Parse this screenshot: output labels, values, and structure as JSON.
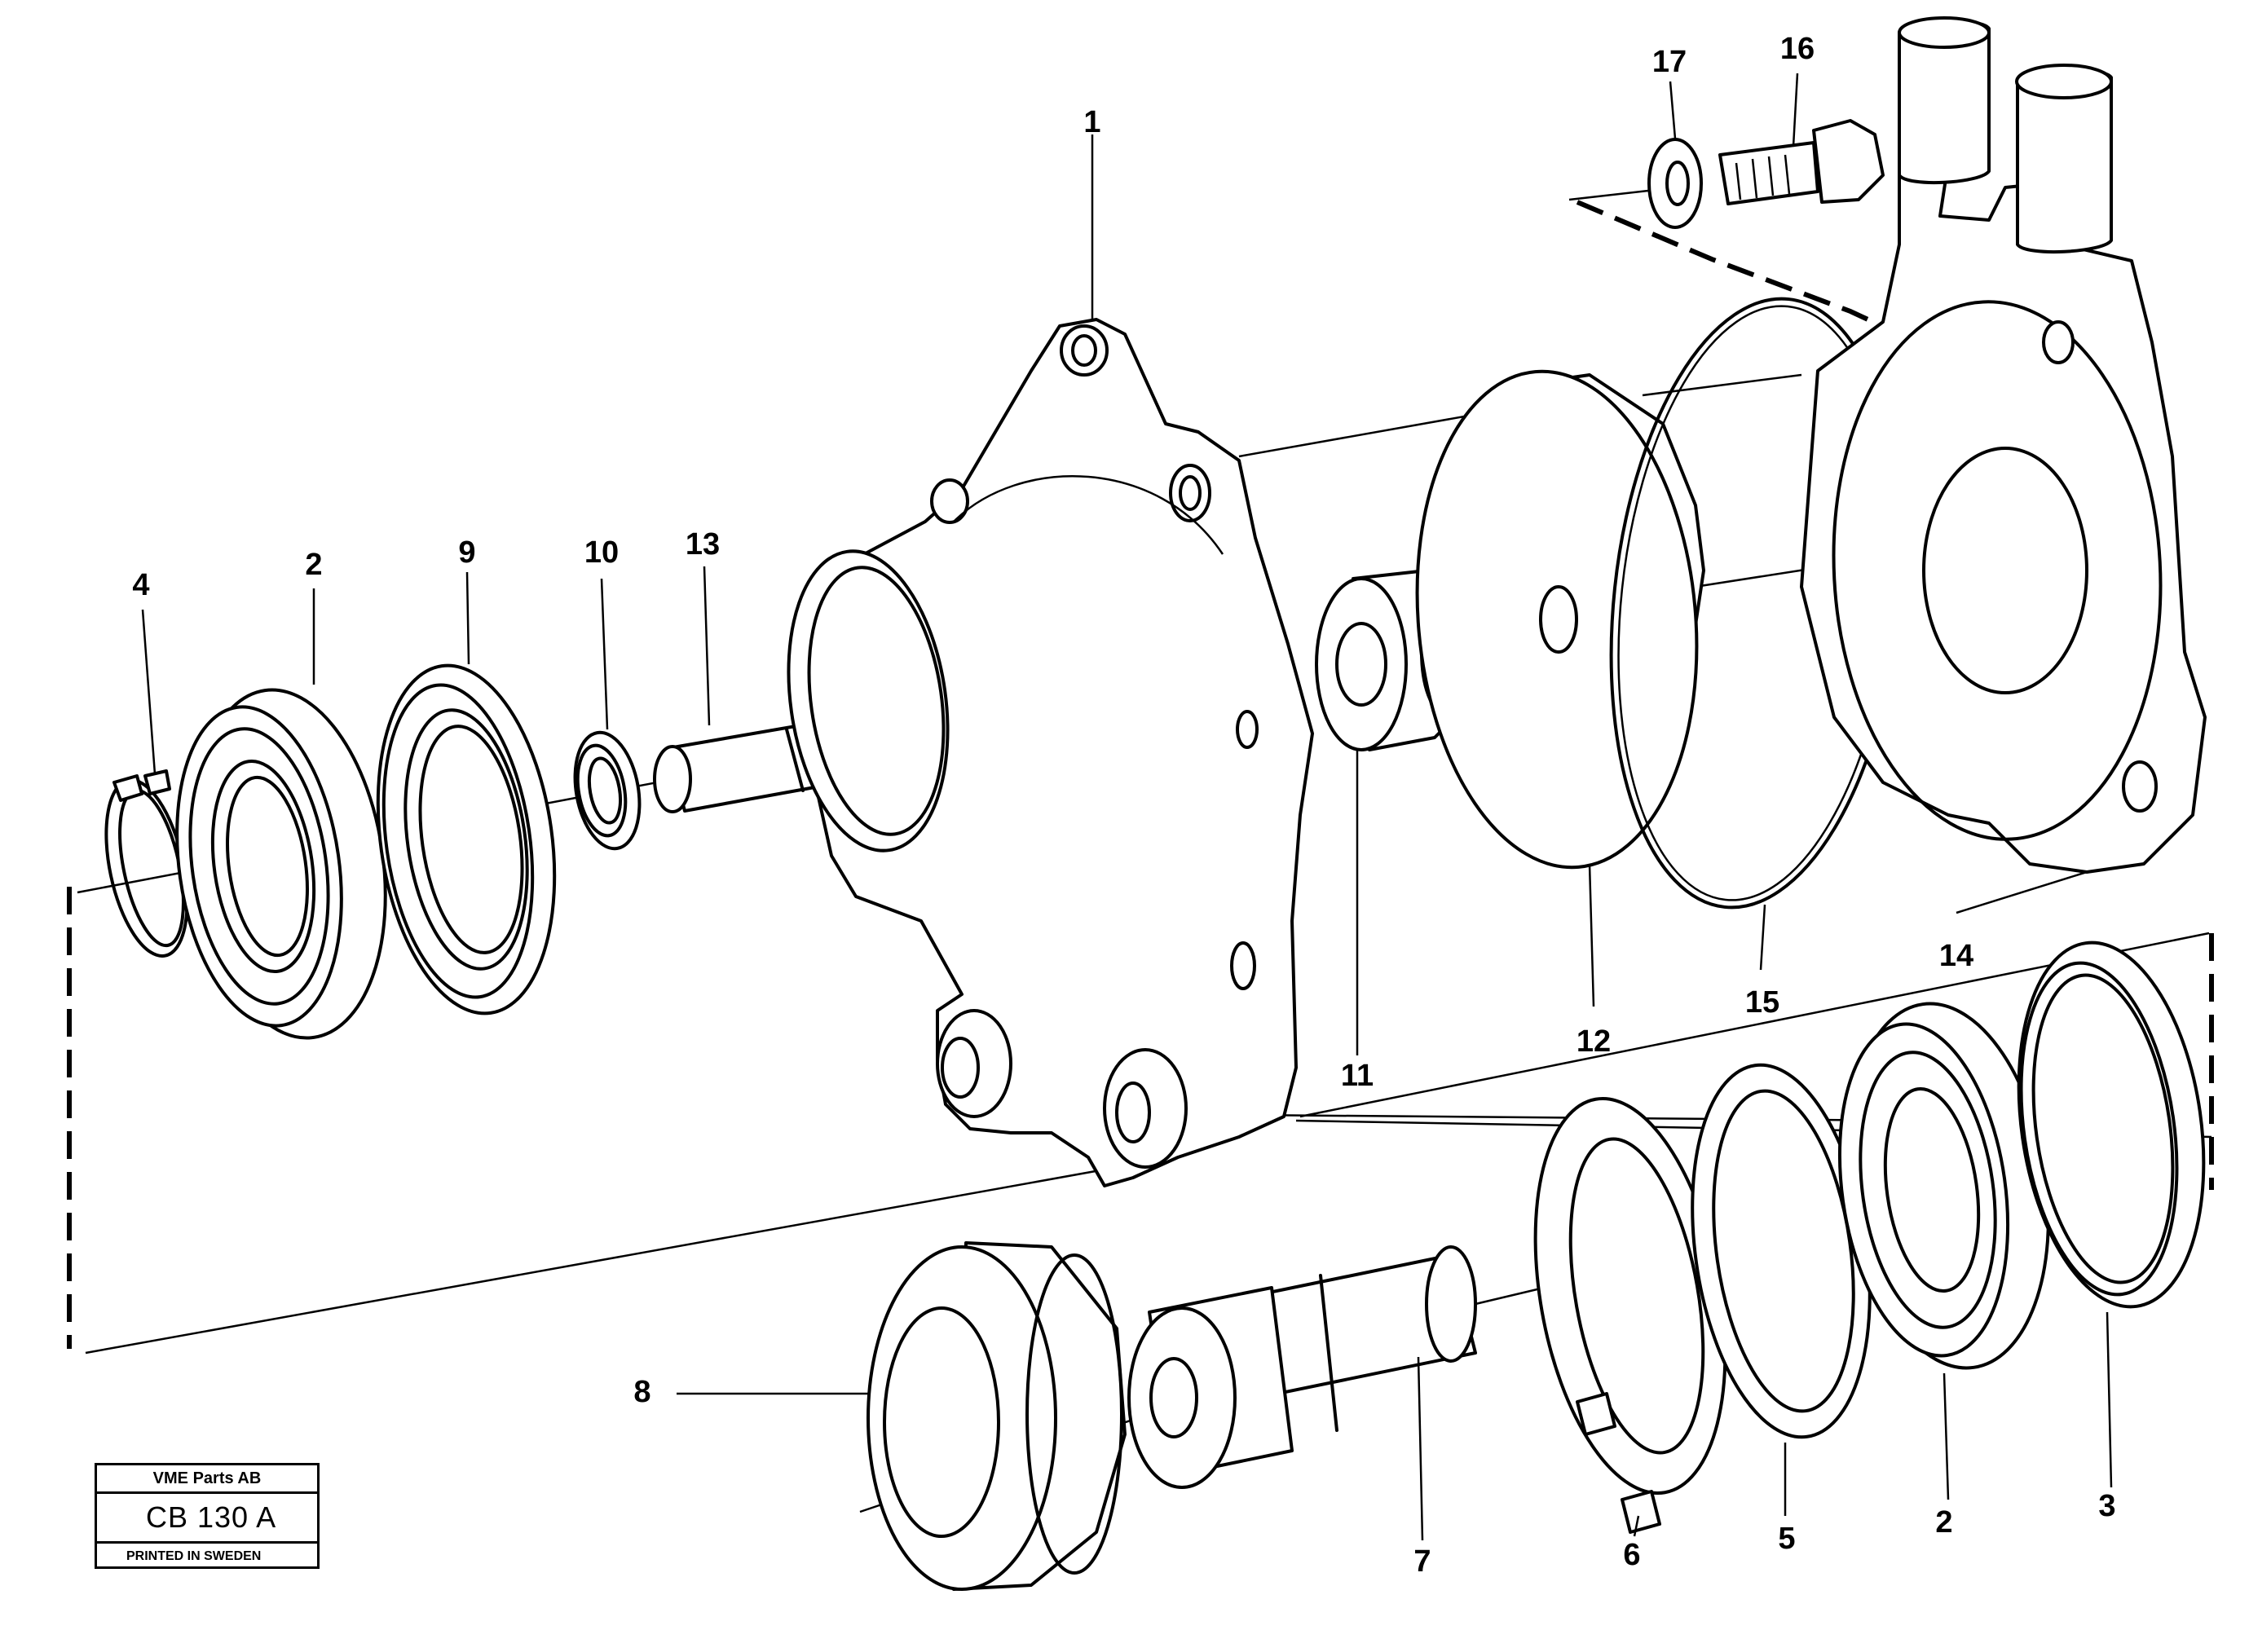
{
  "diagram": {
    "callouts": [
      {
        "id": "c1",
        "text": "1"
      },
      {
        "id": "c2a",
        "text": "2"
      },
      {
        "id": "c2b",
        "text": "2"
      },
      {
        "id": "c3",
        "text": "3"
      },
      {
        "id": "c4",
        "text": "4"
      },
      {
        "id": "c5",
        "text": "5"
      },
      {
        "id": "c6",
        "text": "6"
      },
      {
        "id": "c7",
        "text": "7"
      },
      {
        "id": "c8",
        "text": "8"
      },
      {
        "id": "c9",
        "text": "9"
      },
      {
        "id": "c10",
        "text": "10"
      },
      {
        "id": "c11",
        "text": "11"
      },
      {
        "id": "c12",
        "text": "12"
      },
      {
        "id": "c13",
        "text": "13"
      },
      {
        "id": "c14",
        "text": "14"
      },
      {
        "id": "c15",
        "text": "15"
      },
      {
        "id": "c16",
        "text": "16"
      },
      {
        "id": "c17",
        "text": "17"
      }
    ]
  },
  "title_block": {
    "company": "VME Parts AB",
    "code": "CB 130  A",
    "printed": "PRINTED IN SWEDEN"
  }
}
